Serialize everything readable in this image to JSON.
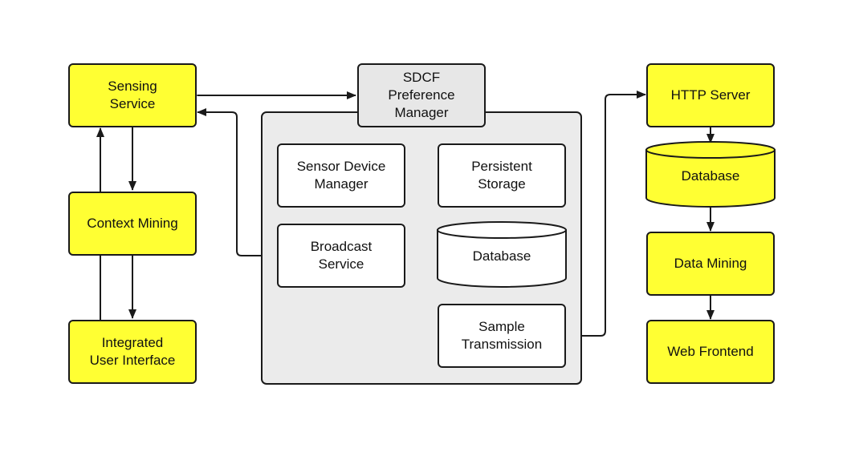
{
  "left_column": {
    "sensing_service": "Sensing\nService",
    "context_mining": "Context Mining",
    "integrated_ui": "Integrated\nUser Interface"
  },
  "middle": {
    "preference_manager": "SDCF\nPreference\nManager",
    "sensor_device_manager": "Sensor Device\nManager",
    "persistent_storage": "Persistent\nStorage",
    "broadcast_service": "Broadcast\nService",
    "database": "Database",
    "sample_transmission": "Sample\nTransmission"
  },
  "right_column": {
    "http_server": "HTTP Server",
    "database": "Database",
    "data_mining": "Data Mining",
    "web_frontend": "Web Frontend"
  },
  "colors": {
    "service_fill": "#ffff33",
    "component_fill": "#ffffff",
    "container_fill": "#ebebeb",
    "stroke": "#1a1a1a"
  }
}
